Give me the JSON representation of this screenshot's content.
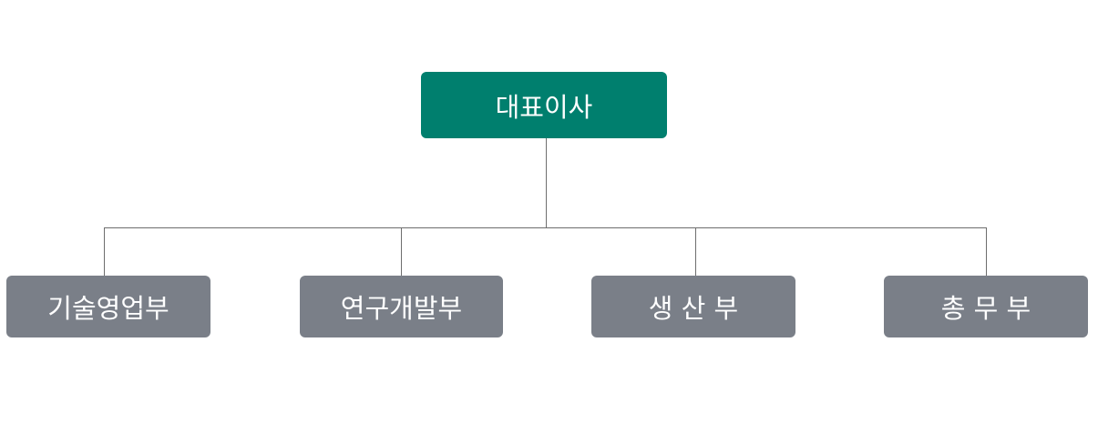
{
  "org_chart": {
    "root": {
      "label": "대표이사",
      "color": "#007f6e"
    },
    "departments": [
      {
        "label": "기술영업부"
      },
      {
        "label": "연구개발부"
      },
      {
        "label": "생 산 부"
      },
      {
        "label": "총 무 부"
      }
    ],
    "department_color": "#7a7f88",
    "connector_color": "#6e6e6e"
  }
}
